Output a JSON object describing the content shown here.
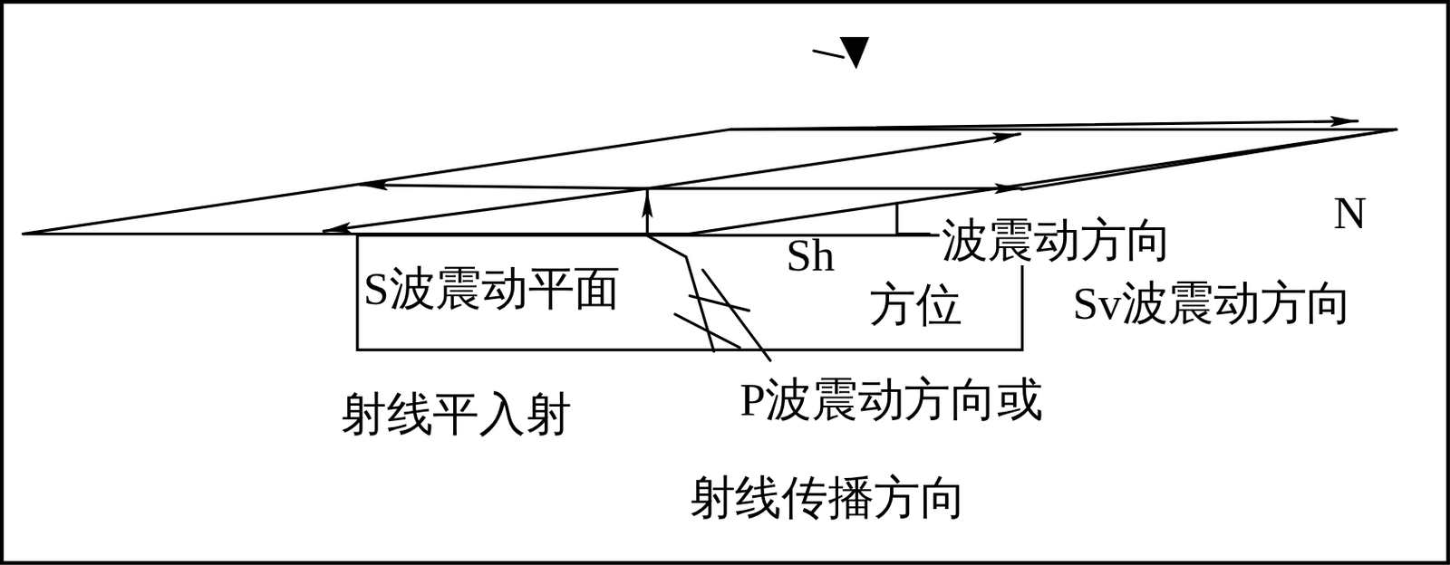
{
  "diagram": {
    "nodes": [
      {
        "text": [
          "S波震动平面",
          "Sh",
          "方位"
        ]
      }
    ],
    "labels": [
      "N",
      "波震动方向",
      "Sv波震动方向",
      "射线平入射",
      "P波震动方向或",
      "射线传播方向"
    ]
  }
}
